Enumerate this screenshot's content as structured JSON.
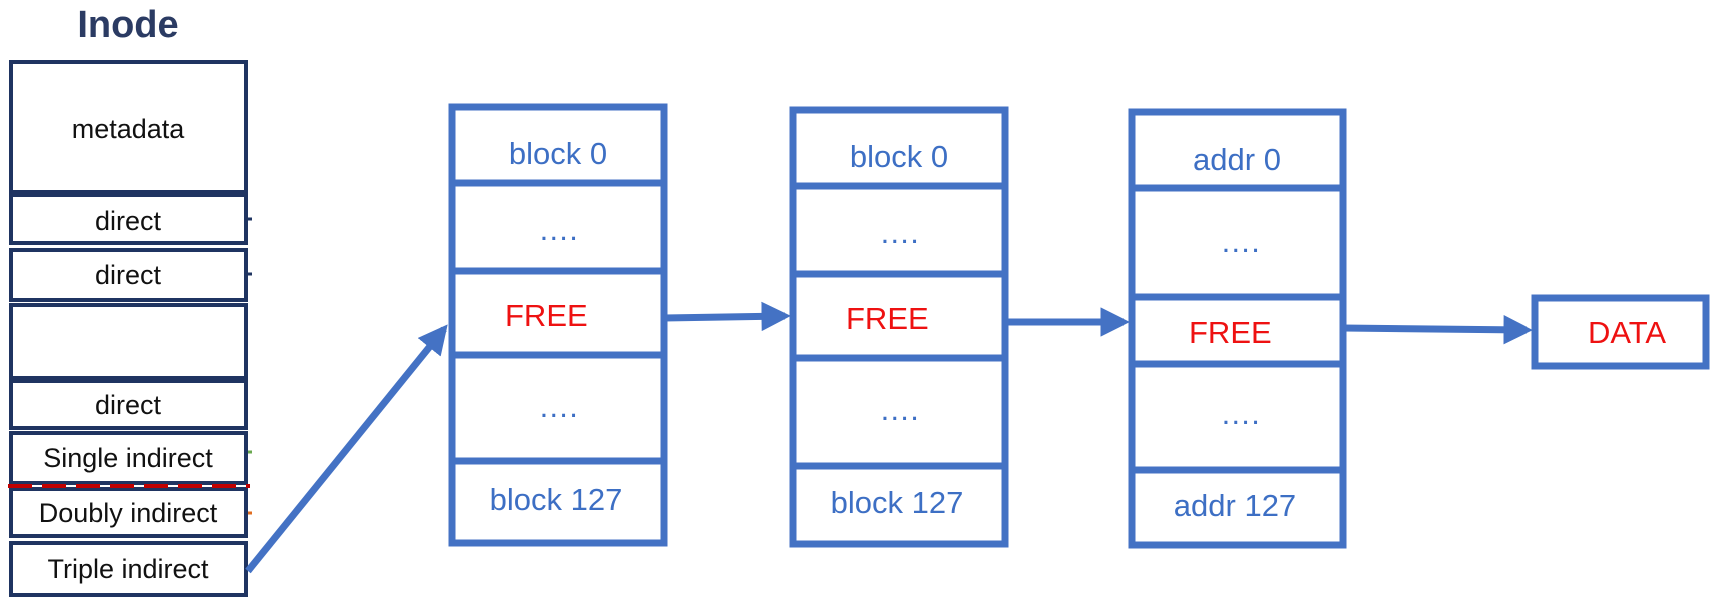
{
  "inode": {
    "title": "Inode",
    "rows": [
      {
        "label": "metadata"
      },
      {
        "label": "direct"
      },
      {
        "label": "direct"
      },
      {
        "label": ""
      },
      {
        "label": "direct"
      },
      {
        "label": "Single indirect"
      },
      {
        "label": "Doubly indirect"
      },
      {
        "label": "Triple indirect"
      }
    ]
  },
  "blocks": [
    {
      "rows": [
        "block 0",
        "….",
        "FREE",
        "….",
        "block 127"
      ],
      "free_index": 2
    },
    {
      "rows": [
        "block 0",
        "….",
        "FREE",
        "….",
        "block 127"
      ],
      "free_index": 2
    },
    {
      "rows": [
        "addr 0",
        "….",
        "FREE",
        "….",
        "addr 127"
      ],
      "free_index": 2
    }
  ],
  "data_box": {
    "label": "DATA"
  },
  "colors": {
    "block_border": "#4472c4",
    "block_text": "#3d6fc4",
    "free_text": "#ee1111",
    "inode_border": "#1f3461",
    "inode_title": "#2b3b63",
    "dashed_line": "#c00000",
    "arrow": "#4472c4"
  }
}
